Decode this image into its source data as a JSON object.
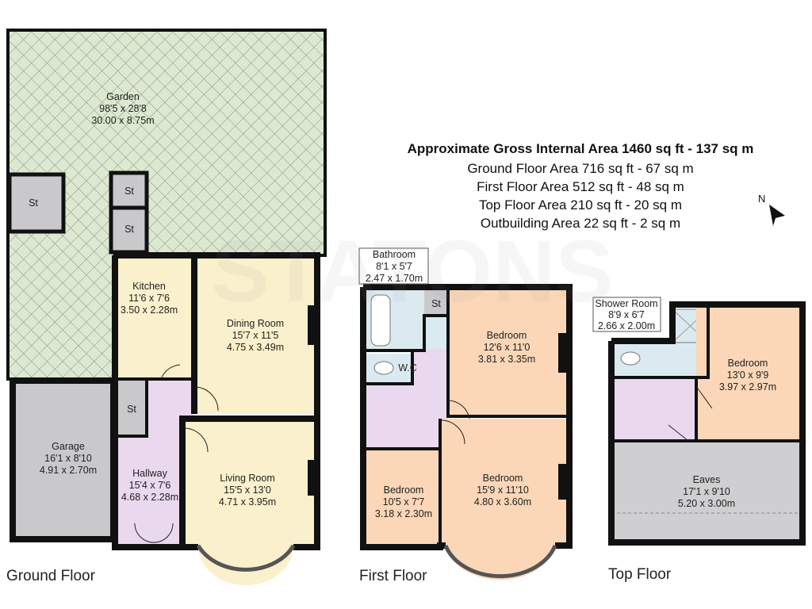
{
  "header": {
    "title": "Approximate Gross Internal Area 1460 sq ft - 137 sq m",
    "lines": [
      "Ground Floor Area 716 sq ft - 67 sq m",
      "First Floor Area 512 sq ft - 48 sq m",
      "Top Floor Area 210 sq ft - 20 sq m",
      "Outbuilding Area 22 sq ft - 2 sq m"
    ]
  },
  "compass": {
    "label": "N"
  },
  "watermark": "STATONS",
  "colors": {
    "garden": "#dde8d2",
    "living": "#fbf0cc",
    "hall": "#ead9ee",
    "store": "#c9c9cc",
    "bedroom": "#fbd7b8",
    "bath": "#dbeaf1"
  },
  "ground_floor": {
    "label": "Ground Floor",
    "rooms": {
      "garden": {
        "name": "Garden",
        "imperial": "98'5 x 28'8",
        "metric": "30.00 x 8.75m"
      },
      "outbuilding_st": {
        "name": "St"
      },
      "st1": {
        "name": "St"
      },
      "st2": {
        "name": "St"
      },
      "st3": {
        "name": "St"
      },
      "kitchen": {
        "name": "Kitchen",
        "imperial": "11'6 x 7'6",
        "metric": "3.50 x 2.28m"
      },
      "dining": {
        "name": "Dining Room",
        "imperial": "15'7 x 11'5",
        "metric": "4.75 x 3.49m"
      },
      "garage": {
        "name": "Garage",
        "imperial": "16'1 x 8'10",
        "metric": "4.91 x 2.70m"
      },
      "hallway": {
        "name": "Hallway",
        "imperial": "15'4 x 7'6",
        "metric": "4.68 x 2.28m"
      },
      "living": {
        "name": "Living Room",
        "imperial": "15'5 x 13'0",
        "metric": "4.71 x 3.95m"
      }
    }
  },
  "first_floor": {
    "label": "First Floor",
    "rooms": {
      "bathroom": {
        "name": "Bathroom",
        "imperial": "8'1 x 5'7",
        "metric": "2.47 x 1.70m"
      },
      "st": {
        "name": "St"
      },
      "wc": {
        "name": "W.C"
      },
      "bedroom1": {
        "name": "Bedroom",
        "imperial": "12'6 x 11'0",
        "metric": "3.81 x 3.35m"
      },
      "bedroom2": {
        "name": "Bedroom",
        "imperial": "15'9 x 11'10",
        "metric": "4.80 x 3.60m"
      },
      "bedroom3": {
        "name": "Bedroom",
        "imperial": "10'5 x 7'7",
        "metric": "3.18 x 2.30m"
      }
    }
  },
  "top_floor": {
    "label": "Top Floor",
    "rooms": {
      "shower": {
        "name": "Shower Room",
        "imperial": "8'9 x 6'7",
        "metric": "2.66 x 2.00m"
      },
      "bedroom": {
        "name": "Bedroom",
        "imperial": "13'0 x 9'9",
        "metric": "3.97 x 2.97m"
      },
      "eaves": {
        "name": "Eaves",
        "imperial": "17'1 x 9'10",
        "metric": "5.20 x 3.00m"
      }
    }
  }
}
